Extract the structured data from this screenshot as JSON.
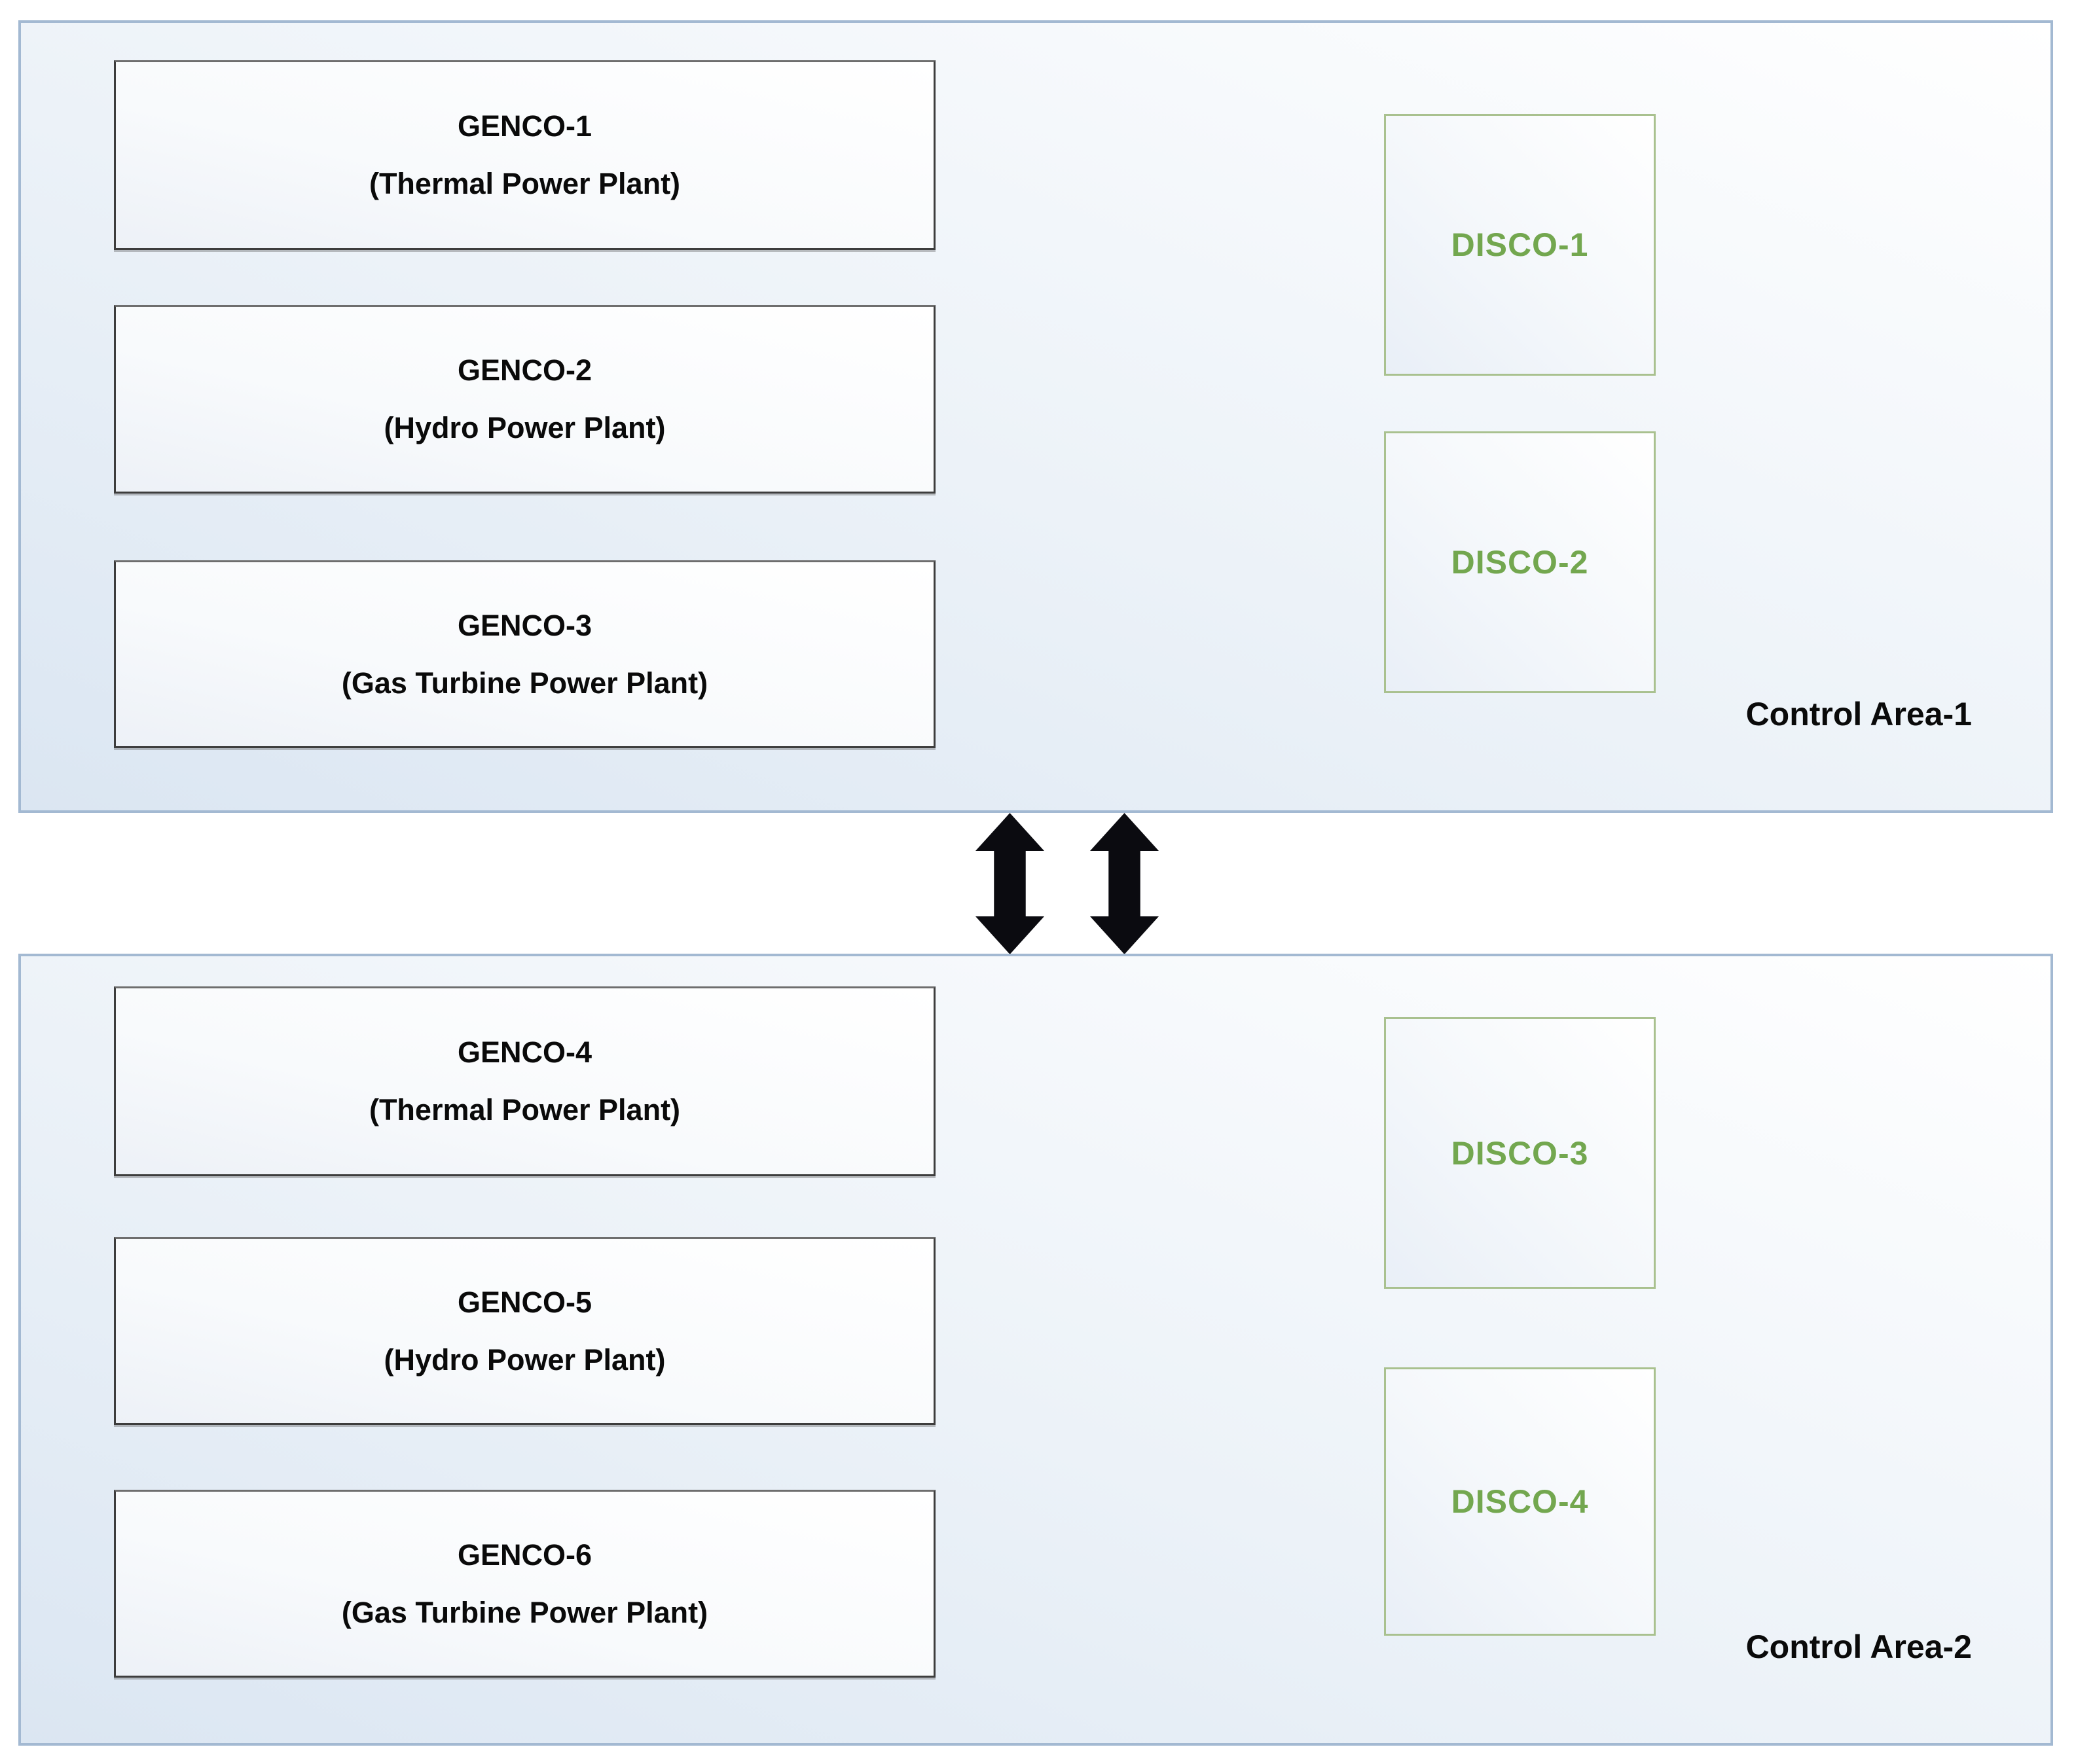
{
  "diagram": {
    "areas": [
      {
        "label": "Control Area-1",
        "gencos": [
          {
            "name": "GENCO-1",
            "type": "(Thermal Power Plant)"
          },
          {
            "name": "GENCO-2",
            "type": "(Hydro Power Plant)"
          },
          {
            "name": "GENCO-3",
            "type": "(Gas Turbine Power Plant)"
          }
        ],
        "discos": [
          {
            "name": "DISCO-1"
          },
          {
            "name": "DISCO-2"
          }
        ]
      },
      {
        "label": "Control Area-2",
        "gencos": [
          {
            "name": "GENCO-4",
            "type": "(Thermal Power Plant)"
          },
          {
            "name": "GENCO-5",
            "type": "(Hydro Power Plant)"
          },
          {
            "name": "GENCO-6",
            "type": "(Gas Turbine Power Plant)"
          }
        ],
        "discos": [
          {
            "name": "DISCO-3"
          },
          {
            "name": "DISCO-4"
          }
        ]
      }
    ],
    "arrows": [
      "tie-line-double-arrow-1",
      "tie-line-double-arrow-2"
    ],
    "colors": {
      "area_border": "#a3b9d2",
      "area_fill": "#e3ecf6",
      "genco_border": "#3d3d3d",
      "genco_text": "#0a0a0a",
      "disco_border": "#a9c18f",
      "disco_text": "#73a74f",
      "arrow": "#0b0b10"
    }
  }
}
